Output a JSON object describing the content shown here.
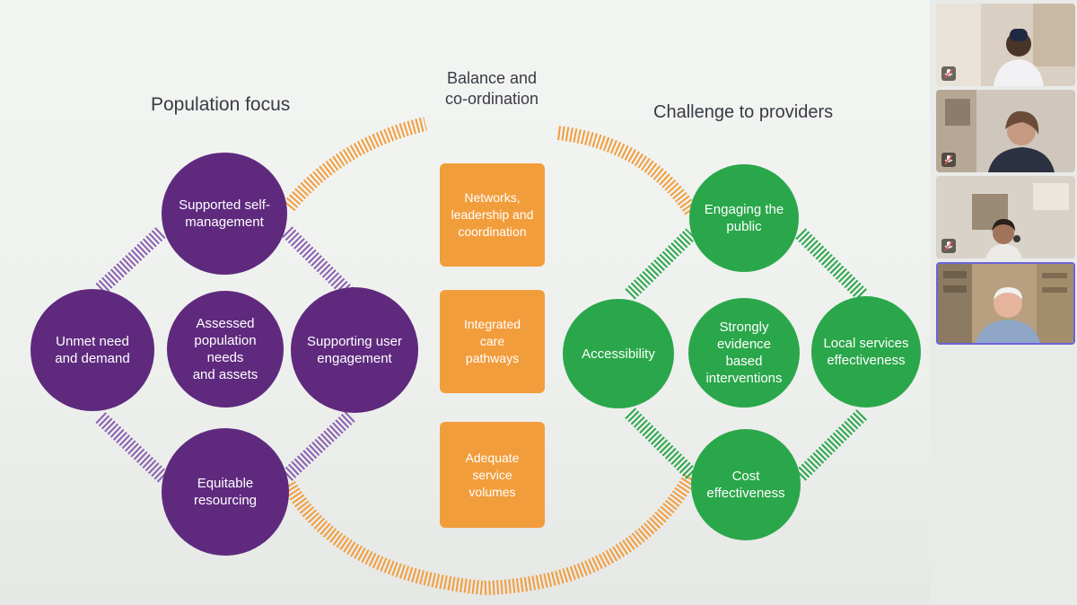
{
  "slide": {
    "left_heading": "Population focus",
    "center_heading_line1": "Balance and",
    "center_heading_line2": "co-ordination",
    "right_heading": "Challenge to providers",
    "left_circles": {
      "top": [
        "Supported self-",
        "management"
      ],
      "left": [
        "Unmet need",
        "and demand"
      ],
      "center": [
        "Assessed",
        "population needs",
        "and assets"
      ],
      "right": [
        "Supporting user",
        "engagement"
      ],
      "bottom": [
        "Equitable",
        "resourcing"
      ]
    },
    "center_boxes": {
      "top": [
        "Networks,",
        "leadership and",
        "coordination"
      ],
      "middle": [
        "Integrated",
        "care",
        "pathways"
      ],
      "bottom": [
        "Adequate",
        "service",
        "volumes"
      ]
    },
    "right_circles": {
      "top": [
        "Engaging the",
        "public"
      ],
      "left": [
        "Accessibility"
      ],
      "center": [
        "Strongly",
        "evidence",
        "based",
        "interventions"
      ],
      "right": [
        "Local services",
        "effectiveness"
      ],
      "bottom": [
        "Cost",
        "effectiveness"
      ]
    }
  },
  "participants": [
    {
      "muted": true,
      "active": false
    },
    {
      "muted": true,
      "active": false
    },
    {
      "muted": true,
      "active": false
    },
    {
      "muted": false,
      "active": true
    }
  ],
  "colors": {
    "purple": "#5f2a7e",
    "purple_stripe": "#8a5fb0",
    "green": "#2aa74a",
    "orange": "#f29d3c",
    "active_border": "#6b63d9"
  },
  "icons": {
    "participant_mic": "mic-muted-icon"
  }
}
